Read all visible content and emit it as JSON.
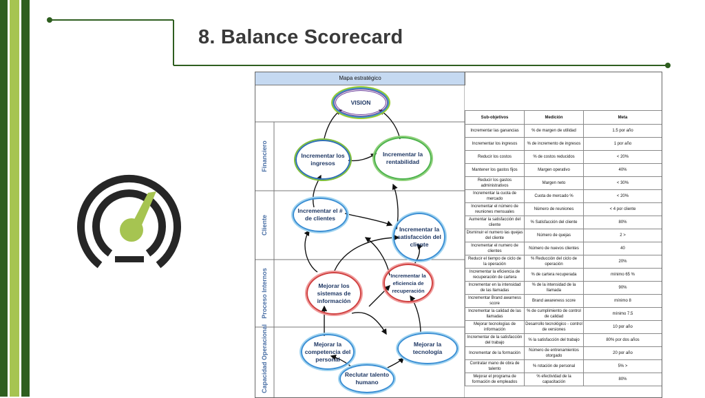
{
  "slide": {
    "title": "8. Balance Scorecard"
  },
  "colors": {
    "dark_green": "#2e5e1f",
    "accent_green": "#a6c451",
    "header_blue": "#c5d9f1",
    "label_blue": "#4a6fa5",
    "node_text": "#1f3864"
  },
  "icon": {
    "name": "speedometer-icon"
  },
  "map": {
    "header": "Mapa estratégico",
    "perspectives": [
      "Financiero",
      "Cliente",
      "Proceso Internos",
      "Capacidad Operacional"
    ],
    "nodes": {
      "vision": "VISION",
      "incr_ingresos": "Incrementar los ingresos",
      "incr_rentabilidad": "Incrementar la rentabilidad",
      "incr_clientes": "Incrementar el # de clientes",
      "incr_satisfaccion": "Incrementar la satisfacción del cliente",
      "mejorar_sistemas": "Mejorar los sistemas de información",
      "incr_eficiencia": "Incrementar la eficiencia de recuperación",
      "mejorar_competencia": "Mejorar la competencia del personal",
      "mejorar_tecnologia": "Mejorar la tecnología",
      "reclutar_talento": "Reclutar talento humano"
    }
  },
  "table": {
    "headers": [
      "Sub-objetivos",
      "Medición",
      "Meta"
    ],
    "rows": [
      [
        "Incrementar las ganancias",
        "% de margen de utilidad",
        "1.5 por año"
      ],
      [
        "Incrementar los ingresos",
        "% de incremento de ingresos",
        "1 por año"
      ],
      [
        "Reducir los costos",
        "% de costos reducidos",
        "< 20%"
      ],
      [
        "Mantener los gastos fijos",
        "Margen operativo",
        "40%"
      ],
      [
        "Reducir los gastos administrativos",
        "Margen neto",
        "< 30%"
      ],
      [
        "Incrementar la cuota de mercado",
        "Cuota de mercado %",
        "< 20%"
      ],
      [
        "Incrementar el número de reuniones mensuales",
        "Número de reuniones",
        "< 4 por cliente"
      ],
      [
        "Aumentar la satisfacción del cliente",
        "% Satisfacción del cliente",
        "80%"
      ],
      [
        "Disminuir el numero las quejas del cliente",
        "Número de quejas",
        "2 >"
      ],
      [
        "Incrementar el numero de clientes",
        "Número de nuevos clientes",
        "40"
      ],
      [
        "Reducir el tiempo de ciclo de la operación",
        "% Reducción del ciclo de operación",
        "20%"
      ],
      [
        "Incrementar la eficiencia de recuperación de cartera",
        "% de cartera recuperada",
        "mínimo 65 %"
      ],
      [
        "Incrementar en la intensidad de las llamadas",
        "% de la intensidad de la llamada",
        "90%"
      ],
      [
        "Incrementar Brand awarness score",
        "Brand awareness score",
        "mínimo 8"
      ],
      [
        "Incrementar la calidad de las llamadas",
        "% de cumplimiento de control de calidad",
        "mínimo 7.5"
      ],
      [
        "Mejorar tecnologías de información",
        "Desarrollo tecnológico - control de versiones",
        "10 por año"
      ],
      [
        "Incrementar de la satisfacción del trabajo",
        "% la satisfacción del trabajo",
        "80% por dos años"
      ],
      [
        "Incrementar de la formación",
        "Número de entrenamientos otorgado",
        "20 por año"
      ],
      [
        "Contratar mano de obra de talento",
        "% rotación de personal",
        "5% >"
      ],
      [
        "Mejorar el programa de formación de empleados",
        "% efectividad de la capacitación",
        "80%"
      ]
    ]
  }
}
